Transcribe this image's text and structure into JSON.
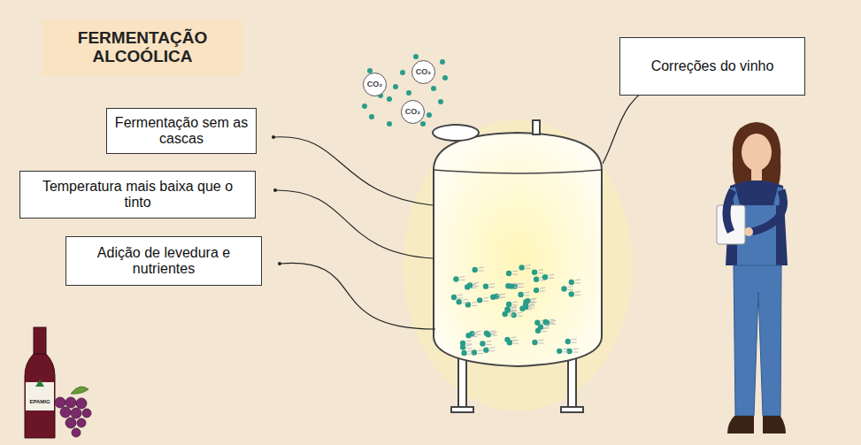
{
  "diagram": {
    "title": "FERMENTAÇÃO ALCOÓLICA",
    "nodes": [
      {
        "text": [
          "Fermentação sem as cascas"
        ]
      },
      {
        "text": [
          "Temperatura mais baixa que o tinto"
        ]
      },
      {
        "text": [
          "Adição de levedura e nutrientes"
        ]
      },
      {
        "text": [
          "CO₂"
        ]
      },
      {
        "text": [
          "CO₂"
        ]
      },
      {
        "text": [
          "CO₂"
        ]
      },
      {
        "text": [
          "Correções do vinho"
        ]
      }
    ],
    "labels": [
      "EPAMIG"
    ]
  }
}
